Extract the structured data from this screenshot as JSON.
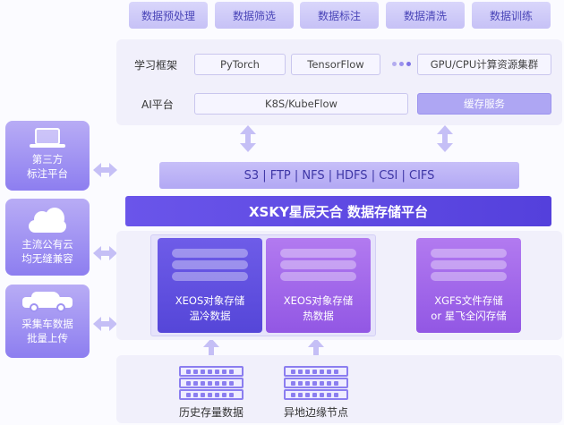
{
  "top_tasks": [
    "数据预处理",
    "数据筛选",
    "数据标注",
    "数据清洗",
    "数据训练"
  ],
  "framework": {
    "label": "学习框架",
    "items": [
      "PyTorch",
      "TensorFlow",
      "GPU/CPU计算资源集群"
    ]
  },
  "ai_platform": {
    "label": "AI平台",
    "k8s": "K8S/KubeFlow",
    "cache": "缓存服务"
  },
  "protocols": "S3 | FTP | NFS | HDFS | CSI | CIFS",
  "platform_title": "XSKY星辰天合 数据存储平台",
  "storage": {
    "cold": [
      "XEOS对象存储",
      "温冷数据"
    ],
    "hot": [
      "XEOS对象存储",
      "热数据"
    ],
    "file": [
      "XGFS文件存储",
      "or 星飞全闪存储"
    ]
  },
  "sources": [
    {
      "line1": "第三方",
      "line2": "标注平台",
      "icon": "laptop-icon"
    },
    {
      "line1": "主流公有云",
      "line2": "均无缝兼容",
      "icon": "cloud-icon"
    },
    {
      "line1": "采集车数据",
      "line2": "批量上传",
      "icon": "car-icon"
    }
  ],
  "bottom_nodes": [
    "历史存量数据",
    "异地边缘节点"
  ],
  "colors": {
    "accent": "#5b45e0",
    "light": "#d9d6fb"
  }
}
